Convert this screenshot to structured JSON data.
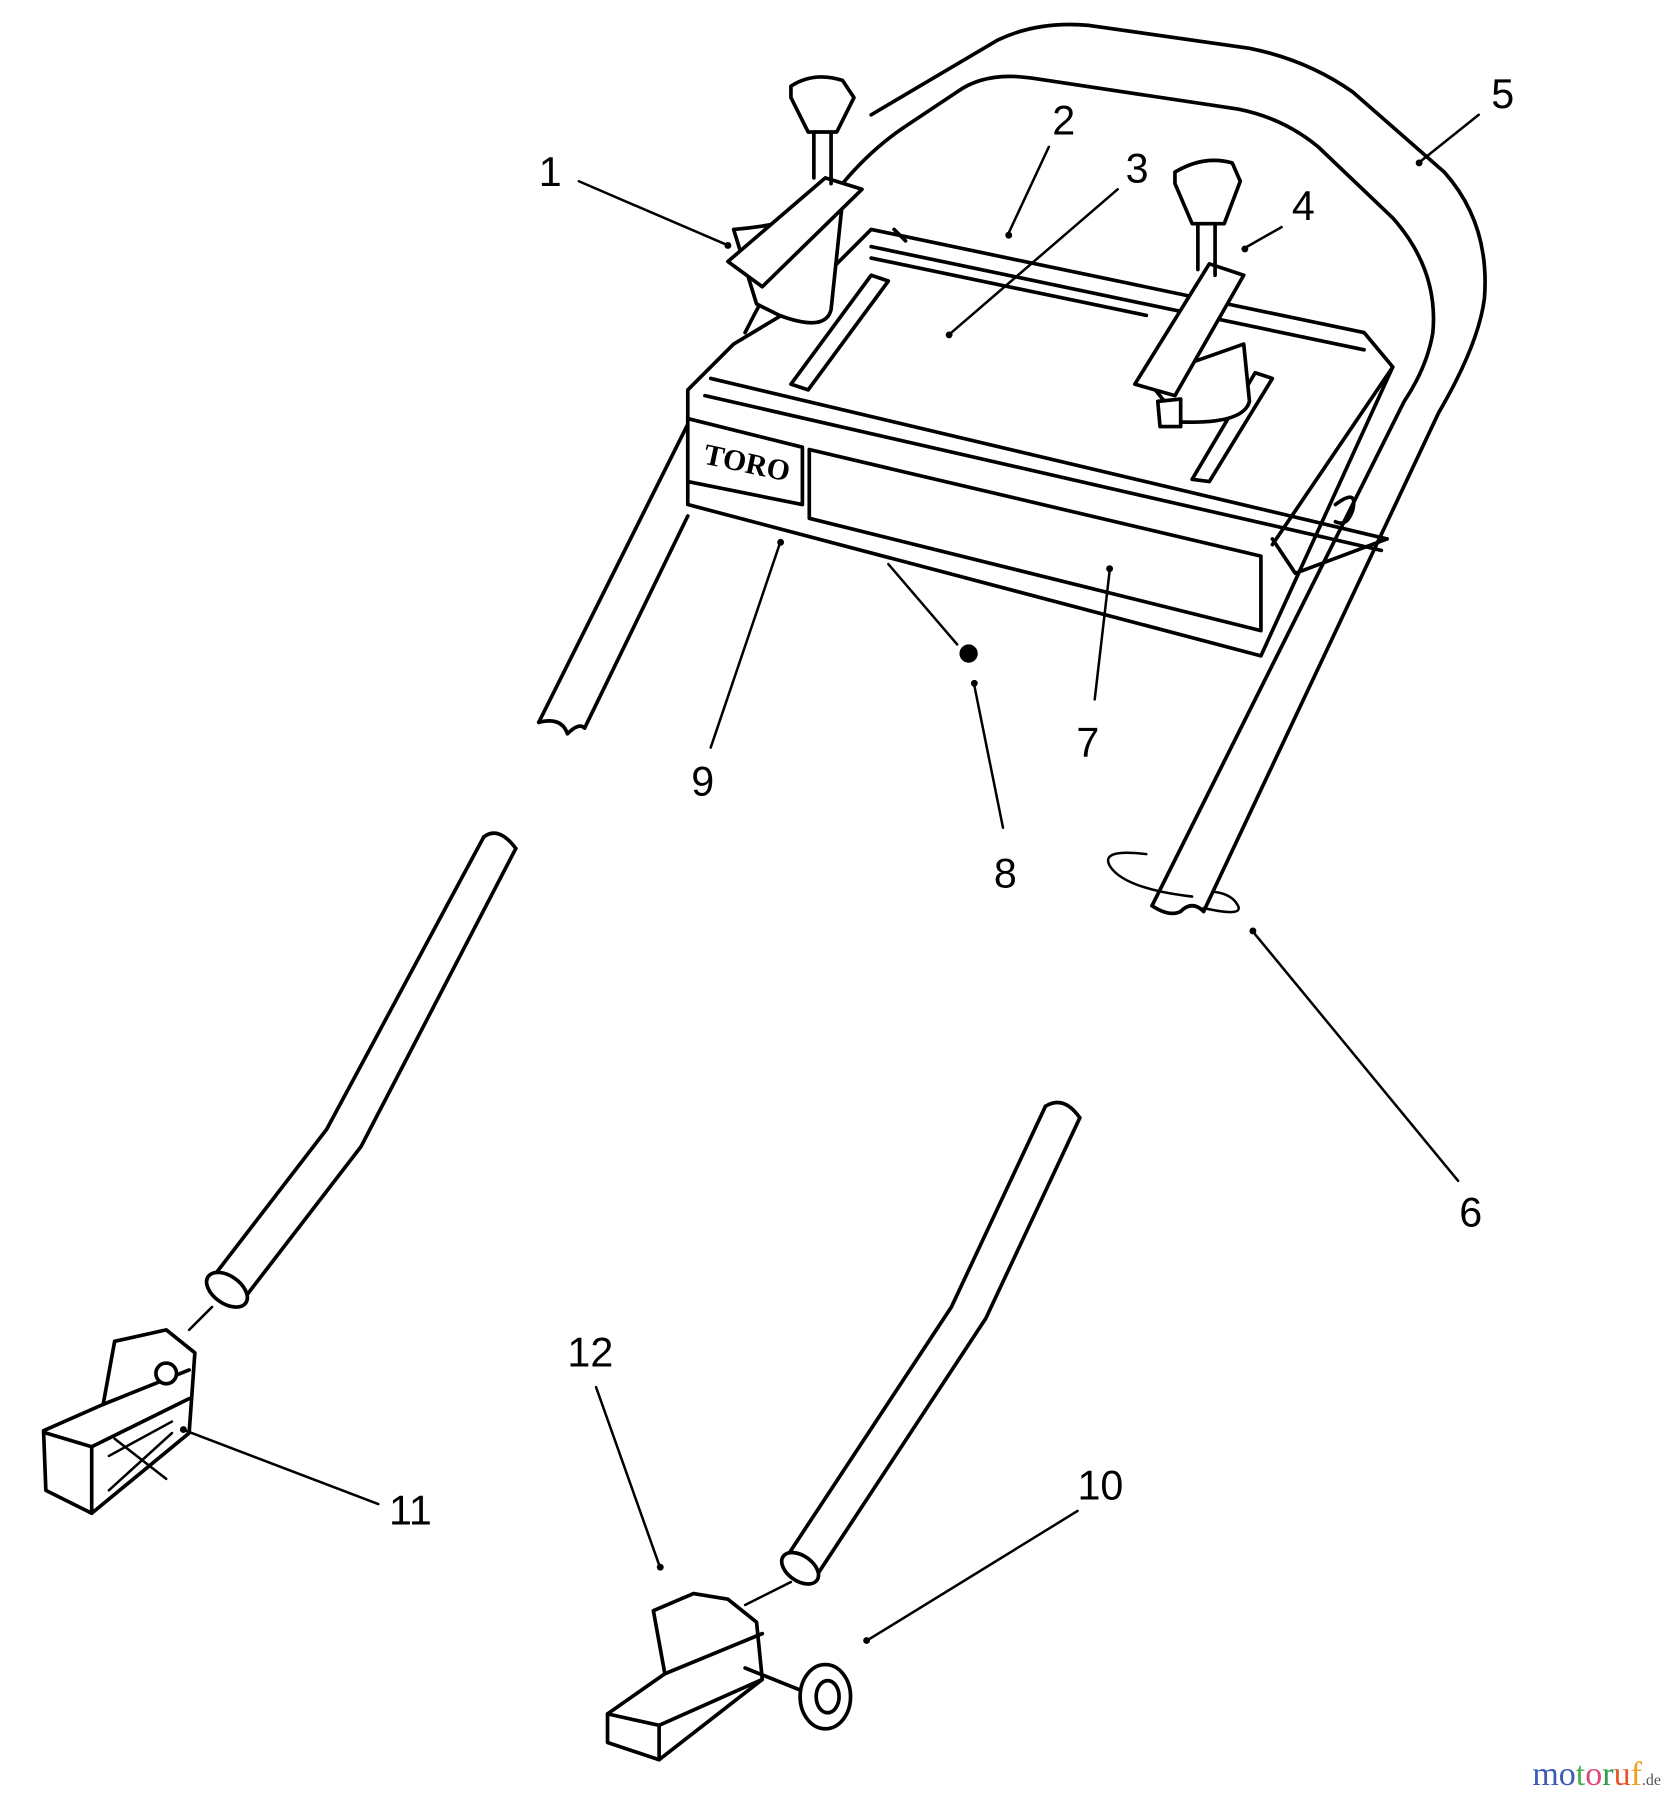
{
  "diagram": {
    "brand_on_panel": "TORO",
    "callouts": [
      {
        "id": "1",
        "label": "1"
      },
      {
        "id": "2",
        "label": "2"
      },
      {
        "id": "3",
        "label": "3"
      },
      {
        "id": "4",
        "label": "4"
      },
      {
        "id": "5",
        "label": "5"
      },
      {
        "id": "6",
        "label": "6"
      },
      {
        "id": "7",
        "label": "7"
      },
      {
        "id": "8",
        "label": "8"
      },
      {
        "id": "9",
        "label": "9"
      },
      {
        "id": "10",
        "label": "10"
      },
      {
        "id": "11",
        "label": "11"
      },
      {
        "id": "12",
        "label": "12"
      }
    ]
  },
  "watermark": {
    "text": "motoruf",
    "tld": ".de",
    "colors": [
      "#3b5bb5",
      "#3b5bb5",
      "#4caf50",
      "#e0457b",
      "#2e9d4a",
      "#e8542a",
      "#f0a020",
      "#f5c518"
    ]
  }
}
